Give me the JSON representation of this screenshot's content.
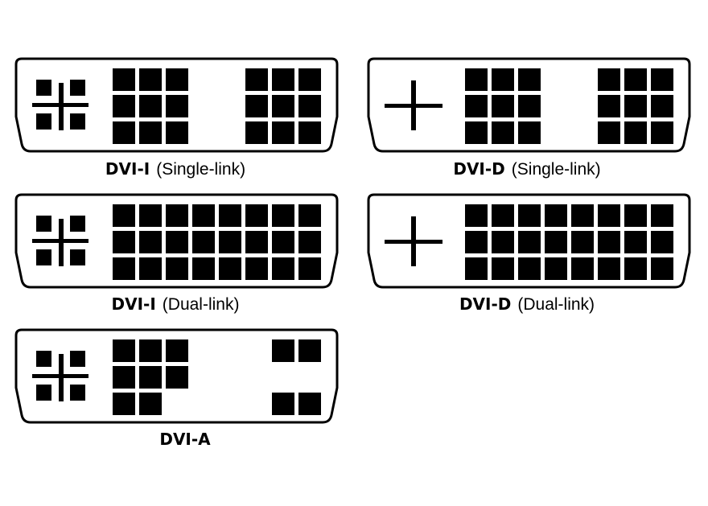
{
  "colors": {
    "ink": "#000000",
    "background": "#ffffff"
  },
  "connectors": [
    {
      "id": "dvi-i-single",
      "name": "DVI-I",
      "variant": "(Single-link)",
      "analog_cross": true,
      "pins": [
        [
          1,
          1,
          1,
          0,
          0,
          1,
          1,
          1
        ],
        [
          1,
          1,
          1,
          0,
          0,
          1,
          1,
          1
        ],
        [
          1,
          1,
          1,
          0,
          0,
          1,
          1,
          1
        ]
      ]
    },
    {
      "id": "dvi-d-single",
      "name": "DVI-D",
      "variant": "(Single-link)",
      "analog_cross": false,
      "pins": [
        [
          1,
          1,
          1,
          0,
          0,
          1,
          1,
          1
        ],
        [
          1,
          1,
          1,
          0,
          0,
          1,
          1,
          1
        ],
        [
          1,
          1,
          1,
          0,
          0,
          1,
          1,
          1
        ]
      ]
    },
    {
      "id": "dvi-i-dual",
      "name": "DVI-I",
      "variant": "(Dual-link)",
      "analog_cross": true,
      "pins": [
        [
          1,
          1,
          1,
          1,
          1,
          1,
          1,
          1
        ],
        [
          1,
          1,
          1,
          1,
          1,
          1,
          1,
          1
        ],
        [
          1,
          1,
          1,
          1,
          1,
          1,
          1,
          1
        ]
      ]
    },
    {
      "id": "dvi-d-dual",
      "name": "DVI-D",
      "variant": "(Dual-link)",
      "analog_cross": false,
      "pins": [
        [
          1,
          1,
          1,
          1,
          1,
          1,
          1,
          1
        ],
        [
          1,
          1,
          1,
          1,
          1,
          1,
          1,
          1
        ],
        [
          1,
          1,
          1,
          1,
          1,
          1,
          1,
          1
        ]
      ]
    },
    {
      "id": "dvi-a",
      "name": "DVI-A",
      "variant": "",
      "analog_cross": true,
      "pins": [
        [
          1,
          1,
          1,
          0,
          0,
          0,
          1,
          1
        ],
        [
          1,
          1,
          1,
          0,
          0,
          0,
          0,
          0
        ],
        [
          1,
          1,
          0,
          0,
          0,
          0,
          1,
          1
        ]
      ]
    }
  ]
}
